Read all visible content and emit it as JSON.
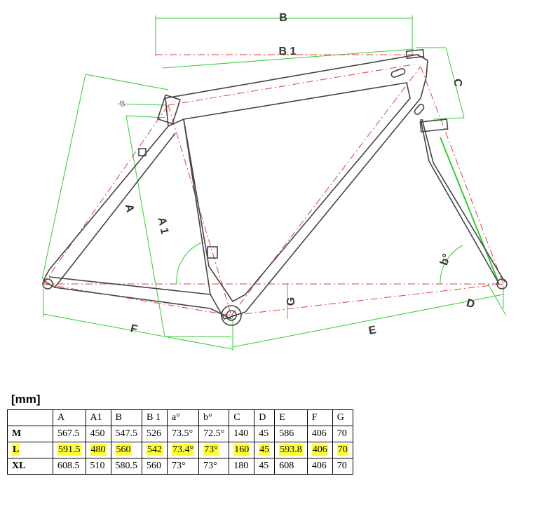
{
  "diagram_labels": {
    "B": "B",
    "B1": "B 1",
    "C": "C",
    "A": "A",
    "A1": "A 1",
    "F": "F",
    "E": "E",
    "G": "G",
    "D": "D",
    "b": "b°",
    "tick20": "20"
  },
  "unit": "[mm]",
  "table": {
    "columns": [
      "",
      "A",
      "A1",
      "B",
      "B 1",
      "a°",
      "b°",
      "C",
      "D",
      "E",
      "F",
      "G"
    ],
    "rows": [
      {
        "size": "M",
        "highlight": false,
        "values": [
          "567.5",
          "450",
          "547.5",
          "526",
          "73.5°",
          "72.5°",
          "140",
          "45",
          "586",
          "406",
          "70"
        ]
      },
      {
        "size": "L",
        "highlight": true,
        "values": [
          "591.5",
          "480",
          "560",
          "542",
          "73.4°",
          "73°",
          "160",
          "45",
          "593.8",
          "406",
          "70"
        ]
      },
      {
        "size": "XL",
        "highlight": false,
        "values": [
          "608.5",
          "510",
          "580.5",
          "560",
          "73°",
          "73°",
          "180",
          "45",
          "608",
          "406",
          "70"
        ]
      }
    ]
  },
  "colors": {
    "frame": "#444444",
    "dimension": "#33cc33",
    "centerline": "#e04040",
    "highlight": "#ffff33"
  }
}
